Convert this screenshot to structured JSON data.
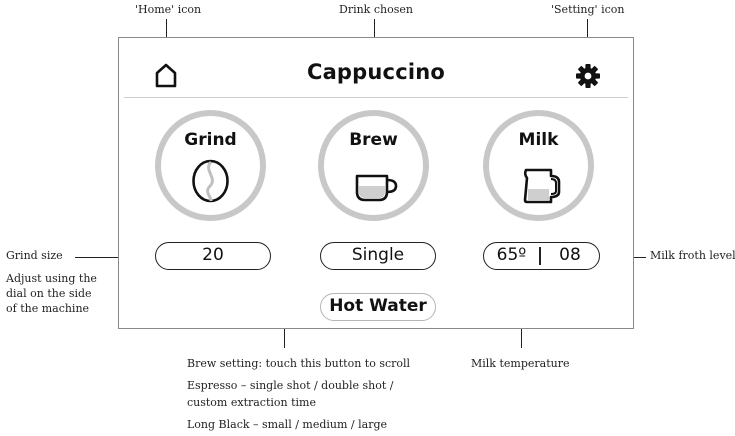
{
  "annotations": {
    "home_icon": "'Home' icon",
    "drink_chosen": "Drink chosen",
    "setting_icon": "'Setting' icon",
    "grind_size": "Grind size",
    "grind_adjust_1": "Adjust using the",
    "grind_adjust_2": "dial on the side",
    "grind_adjust_3": "of the machine",
    "milk_froth": "Milk froth level",
    "brew_setting_bold": "Brew setting:",
    "brew_setting_text": " touch this button to scroll",
    "espresso_bold": "Espresso",
    "espresso_text_1": " – single shot / double shot /",
    "espresso_text_2": "custom extraction time",
    "longblack_bold": "Long Black",
    "longblack_text": " – small / medium / large",
    "milk_temperature": "Milk temperature"
  },
  "screen": {
    "title": "Cappuccino",
    "home_icon": "home-icon",
    "settings_icon": "gear-icon",
    "grind": {
      "label": "Grind",
      "icon": "coffee-bean-icon",
      "value": "20"
    },
    "brew": {
      "label": "Brew",
      "icon": "cup-icon",
      "value": "Single"
    },
    "milk": {
      "label": "Milk",
      "icon": "milk-jug-icon",
      "temperature": "65º",
      "froth": "08"
    },
    "hot_water": "Hot Water"
  },
  "colors": {
    "circle_ring": "#c8c8c8",
    "frame": "#8a8a8a",
    "ink": "#222222"
  }
}
